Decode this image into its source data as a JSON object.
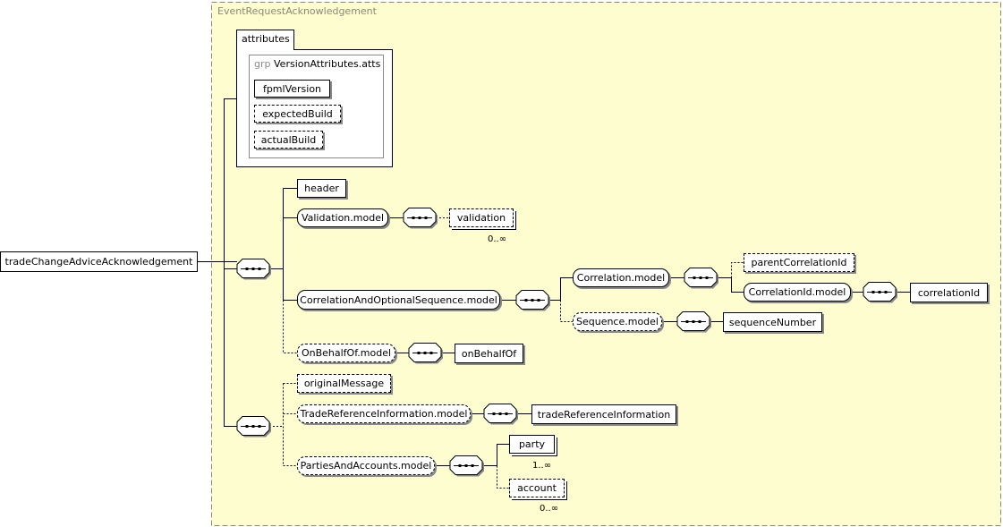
{
  "container": {
    "title": "EventRequestAcknowledgement"
  },
  "attributes": {
    "tab_label": "attributes",
    "group_prefix": "grp",
    "group_name": "VersionAttributes.atts",
    "items": [
      {
        "name": "fpmlVersion",
        "optional": false
      },
      {
        "name": "expectedBuild",
        "optional": true
      },
      {
        "name": "actualBuild",
        "optional": true
      }
    ]
  },
  "root": {
    "name": "tradeChangeAdviceAcknowledgement"
  },
  "nodes": {
    "header": "header",
    "validation_model": "Validation.model",
    "validation": "validation",
    "validation_mult": "0..∞",
    "correlation_seq_model": "CorrelationAndOptionalSequence.model",
    "correlation_model": "Correlation.model",
    "parent_correlation_id": "parentCorrelationId",
    "correlation_id_model": "CorrelationId.model",
    "correlation_id": "correlationId",
    "sequence_model": "Sequence.model",
    "sequence_number": "sequenceNumber",
    "on_behalf_of_model": "OnBehalfOf.model",
    "on_behalf_of": "onBehalfOf",
    "original_message": "originalMessage",
    "trade_ref_model": "TradeReferenceInformation.model",
    "trade_ref": "tradeReferenceInformation",
    "parties_model": "PartiesAndAccounts.model",
    "party": "party",
    "party_mult": "1..∞",
    "account": "account",
    "account_mult": "0..∞"
  },
  "colors": {
    "container_bg": "#fdfdd0",
    "container_border": "#8a8a7a",
    "shadow": "#8a8a8a"
  }
}
